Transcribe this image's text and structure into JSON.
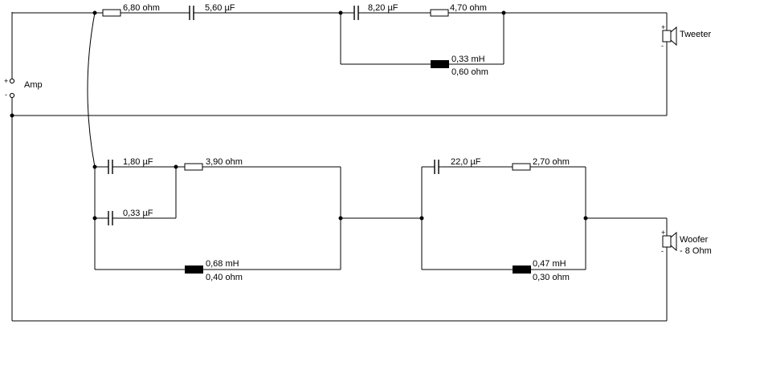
{
  "amp": {
    "label": "Amp",
    "plus": "+",
    "minus": "-"
  },
  "tweeter": {
    "label": "Tweeter",
    "plus": "+",
    "minus": "-",
    "series_resistor": "6,80 ohm",
    "series_capacitor": "5,60 µF",
    "notch_capacitor": "8,20 µF",
    "notch_resistor": "4,70 ohm",
    "notch_inductor": "0,33 mH",
    "notch_inductor_resistance": "0,60 ohm"
  },
  "woofer": {
    "label_line1": "Woofer",
    "label_line2": "- 8 Ohm",
    "plus": "+",
    "minus": "-",
    "cap_a": "1,80 µF",
    "resistor_a": "3,90 ohm",
    "cap_b": "0,33 µF",
    "inductor_1": "0,68 mH",
    "inductor_1_resistance": "0,40 ohm",
    "cap_c": "22,0 µF",
    "resistor_c": "2,70 ohm",
    "inductor_2": "0,47 mH",
    "inductor_2_resistance": "0,30 ohm"
  }
}
